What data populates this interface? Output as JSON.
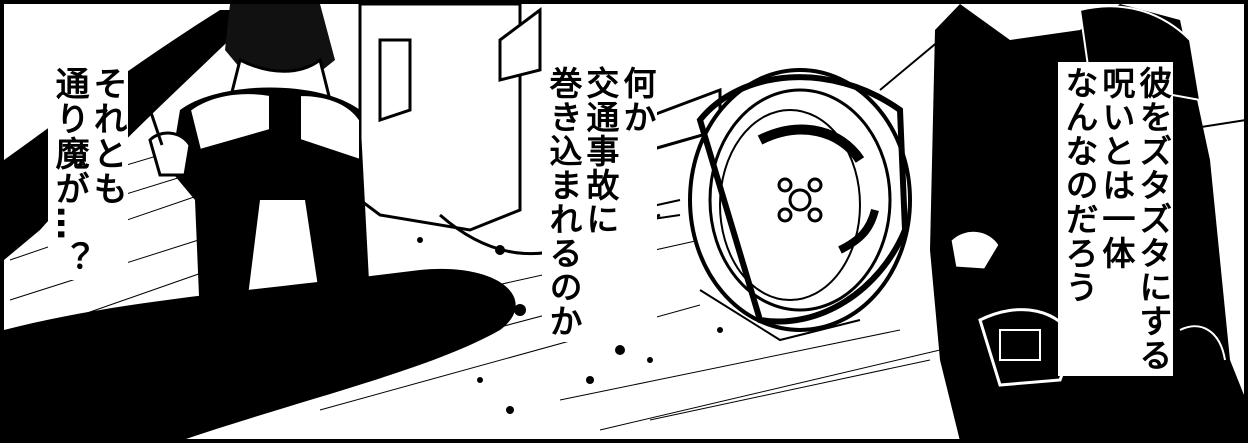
{
  "page": {
    "background": "#ffffff",
    "ink": "#000000"
  },
  "captions": {
    "left": {
      "lines": [
        "それとも",
        "通り魔が…？"
      ]
    },
    "center": {
      "lines": [
        "何か",
        "交通事故に",
        "巻き込まれるのか"
      ]
    },
    "right": {
      "lines": [
        "彼をズタズタにする",
        "呪いとは一体",
        "なんなのだろう"
      ]
    }
  }
}
